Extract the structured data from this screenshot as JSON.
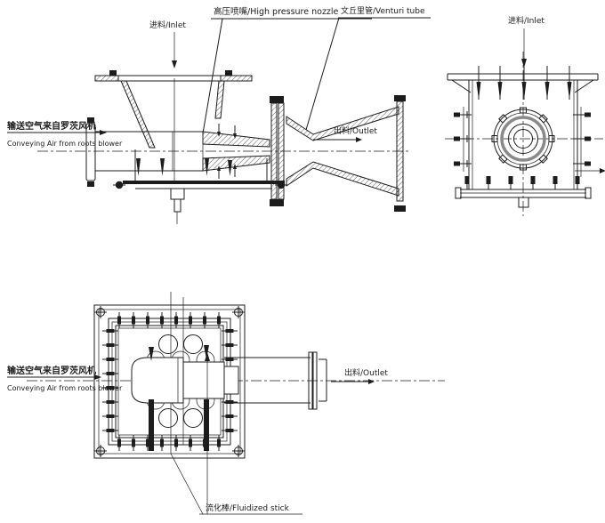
{
  "labels": {
    "inlet": "进料/Inlet",
    "high_pressure_nozzle": "高压喷嘴/High pressure nozzle",
    "venturi_tube": "文丘里管/Venturi tube",
    "outlet": "出料/Outlet",
    "conveying_air_cn": "输送空气来自罗茨风机",
    "conveying_air_en": "Conveying Air from roots blower",
    "fluidized_stick": "流化棒/Fluidized stick"
  },
  "colors": {
    "line": "#1c1c1c",
    "background": "#ffffff"
  }
}
